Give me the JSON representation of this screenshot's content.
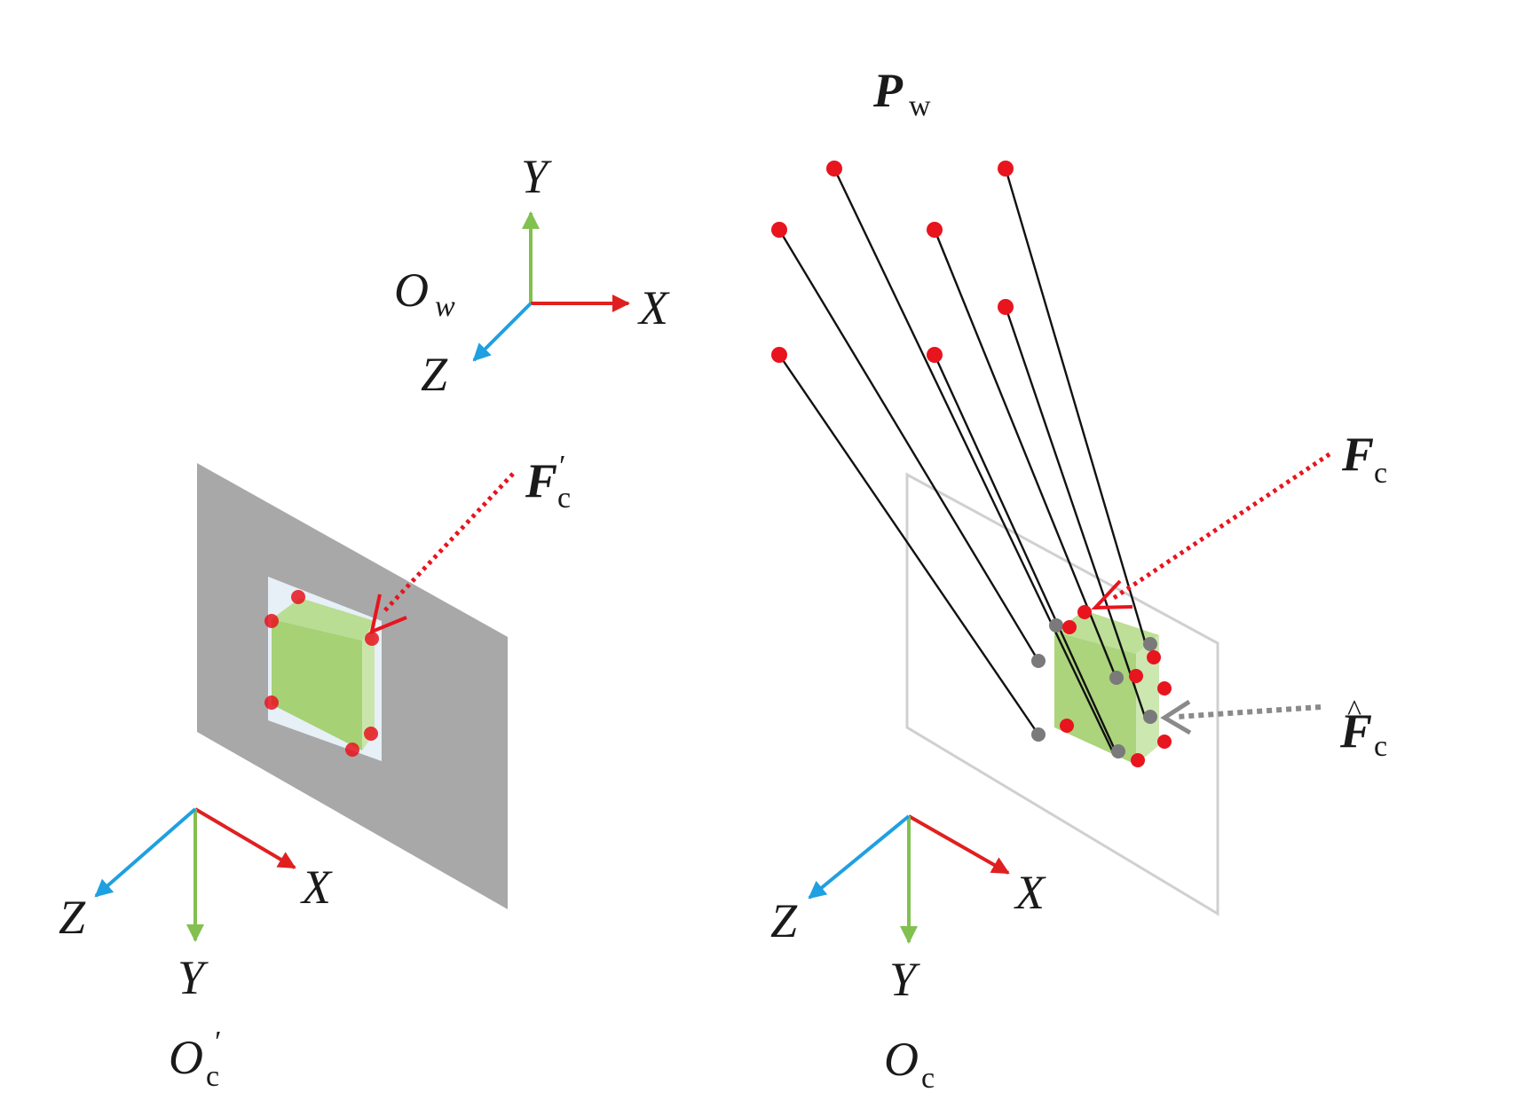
{
  "world_frame": {
    "origin_label": "O",
    "origin_sub": "w",
    "x_label": "X",
    "y_label": "Y",
    "z_label": "Z"
  },
  "left_camera_frame": {
    "origin_label": "O",
    "origin_sub": "c",
    "origin_prime": "′",
    "x_label": "X",
    "y_label": "Y",
    "z_label": "Z"
  },
  "right_camera_frame": {
    "origin_label": "O",
    "origin_sub": "c",
    "x_label": "X",
    "y_label": "Y",
    "z_label": "Z"
  },
  "points_label": {
    "main": "P",
    "sub": "w"
  },
  "feature_labels": {
    "f_prime": {
      "main": "F",
      "sub": "c",
      "prime": "′"
    },
    "f": {
      "main": "F",
      "sub": "c"
    },
    "f_hat": {
      "main": "F",
      "sub": "c",
      "hat": "^"
    }
  },
  "colors": {
    "x_axis": "#e02020",
    "y_axis": "#82c050",
    "z_axis": "#1fa0e0",
    "point_red": "#e8141e",
    "point_gray": "#7a7a7a",
    "plane_gray": "#a8a8a8",
    "box_green": "#a2cf6e"
  }
}
